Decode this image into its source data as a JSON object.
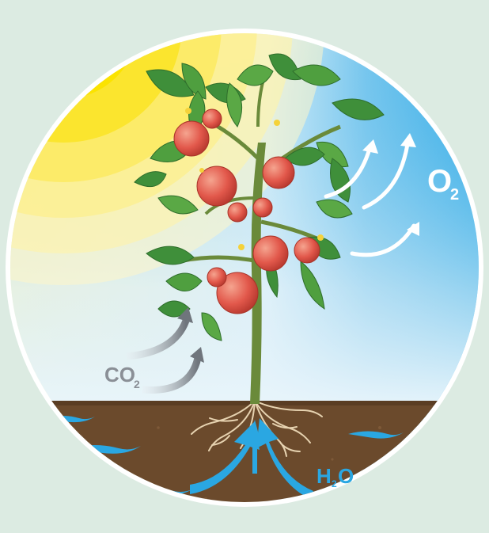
{
  "diagram": {
    "labels": {
      "oxygen": {
        "main": "O",
        "sub": "2"
      },
      "carbon_dioxide": {
        "main": "CO",
        "sub": "2"
      },
      "water": {
        "h": "H",
        "sub": "2",
        "o": "O"
      }
    },
    "colors": {
      "background": "#dcebe2",
      "sky_blue": "#28a8e6",
      "sky_light": "#cfe9f6",
      "sun_yellow": "#fbe300",
      "soil": "#6b4a2c",
      "soil_dark": "#5a3d23",
      "water_blue": "#2aa7e2",
      "leaf_green": "#3f8f3a",
      "leaf_light": "#6cbf4a",
      "tomato_red": "#e2584b",
      "stem": "#6a8a3a",
      "co2_gray": "#8a8f96",
      "o2_white": "#ffffff"
    },
    "icons": [
      "sun-icon",
      "plant-icon",
      "tomato-icon",
      "roots-icon",
      "arrow-icon"
    ]
  }
}
